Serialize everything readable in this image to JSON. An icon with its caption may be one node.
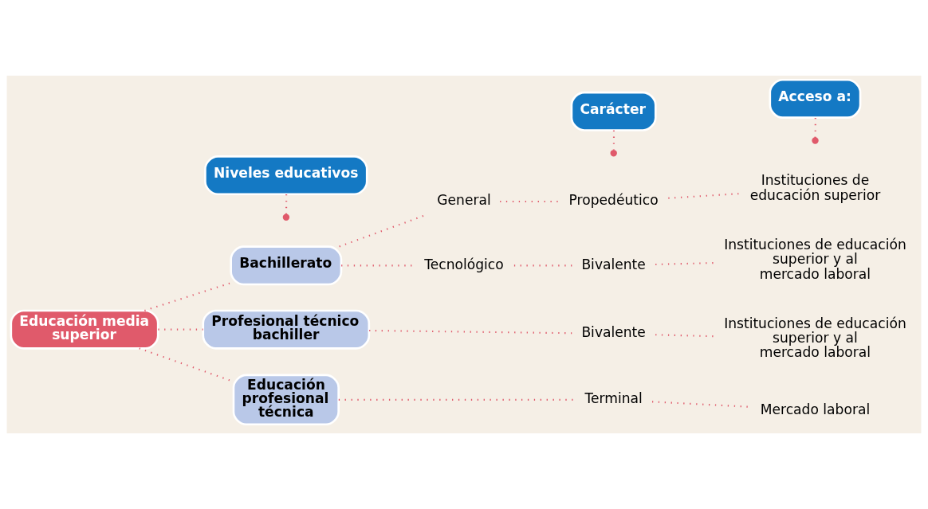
{
  "diagram": {
    "nodes": [
      {
        "text": [
          "Niveles educativos"
        ]
      },
      {
        "text": [
          "Carácter"
        ]
      },
      {
        "text": [
          "Acceso a:"
        ]
      },
      {
        "text": [
          "Educación media superior"
        ]
      },
      {
        "text": [
          "Bachillerato"
        ]
      },
      {
        "text": [
          "Profesional técnico bachiller"
        ]
      },
      {
        "text": [
          "Educación profesional técnica"
        ]
      },
      {
        "text": [
          "General"
        ]
      },
      {
        "text": [
          "Propedéutico"
        ]
      },
      {
        "text": [
          "Instituciones de educación superior"
        ]
      },
      {
        "text": [
          "Tecnológico"
        ]
      },
      {
        "text": [
          "Bivalente"
        ]
      },
      {
        "text": [
          "Instituciones de educación superior y al mercado laboral"
        ]
      },
      {
        "text": [
          "Bivalente"
        ]
      },
      {
        "text": [
          "Instituciones de educación superior y al mercado laboral"
        ]
      },
      {
        "text": [
          "Terminal"
        ]
      },
      {
        "text": [
          "Mercado laboral"
        ]
      }
    ],
    "edges": [
      {
        "from": 0,
        "to": null,
        "arrow": "other"
      },
      {
        "from": 1,
        "to": null,
        "arrow": "other"
      },
      {
        "from": 2,
        "to": null,
        "arrow": "other"
      },
      {
        "from": 3,
        "to": 4,
        "arrow": "none"
      },
      {
        "from": 3,
        "to": 5,
        "arrow": "none"
      },
      {
        "from": 3,
        "to": 6,
        "arrow": "none"
      },
      {
        "from": 4,
        "to": 7,
        "arrow": "none"
      },
      {
        "from": 4,
        "to": 10,
        "arrow": "none"
      },
      {
        "from": 7,
        "to": 8,
        "arrow": "none"
      },
      {
        "from": 8,
        "to": 9,
        "arrow": "none"
      },
      {
        "from": 10,
        "to": 11,
        "arrow": "none"
      },
      {
        "from": 11,
        "to": 12,
        "arrow": "none"
      },
      {
        "from": 5,
        "to": 13,
        "arrow": "none"
      },
      {
        "from": 13,
        "to": 14,
        "arrow": "none"
      },
      {
        "from": 6,
        "to": 15,
        "arrow": "none"
      },
      {
        "from": 15,
        "to": 16,
        "arrow": "none"
      }
    ]
  }
}
